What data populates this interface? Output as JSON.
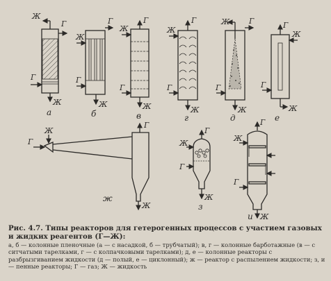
{
  "figure": {
    "letter_gas": "Г",
    "letter_liquid": "Ж",
    "reactors": [
      {
        "id": "a",
        "label": "а"
      },
      {
        "id": "b",
        "label": "б"
      },
      {
        "id": "v",
        "label": "в"
      },
      {
        "id": "g",
        "label": "г"
      },
      {
        "id": "d",
        "label": "д"
      },
      {
        "id": "e",
        "label": "е"
      },
      {
        "id": "zh",
        "label": "ж"
      },
      {
        "id": "z",
        "label": "з"
      },
      {
        "id": "i",
        "label": "и"
      }
    ]
  },
  "caption": {
    "title": "Рис. 4.7. Типы реакторов для гетерогенных процессов с участием газовых и жидких реагентов (Г—Ж):",
    "legend": "а, б — колонные пленочные (а — с насадкой, б — трубчатый); в, г — колонные барботажные (в — с ситчатыми тарелками, г — с колпачковыми тарелками); д, е — колонные реакторы с разбрызгиванием жидкости (д — полый, е — циклонный); ж — реактор с распылением жидкости; з, и — пенные реакторы; Г — газ; Ж — жидкость"
  }
}
